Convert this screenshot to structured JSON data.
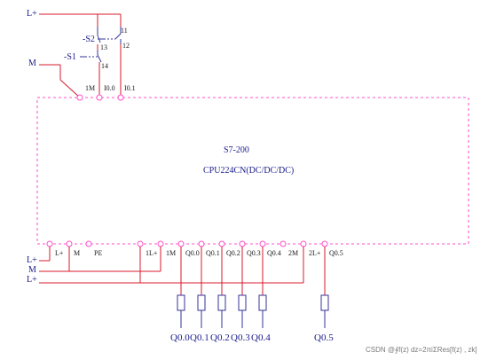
{
  "rails": {
    "top_lplus": "L+",
    "top_m": "M",
    "bottom_lplus_1": "L+",
    "bottom_m": "M",
    "bottom_lplus_2": "L+"
  },
  "switches": {
    "s2": {
      "label": "-S2",
      "pin_a": "11",
      "pin_b": "12",
      "pin_c": "13"
    },
    "s1": {
      "label": "-S1",
      "pin_a": "14"
    }
  },
  "plc": {
    "model": "S7-200",
    "cpu": "CPU224CN(DC/DC/DC)",
    "top_terminals": [
      "1M",
      "I0.0",
      "I0.1"
    ],
    "bottom_terminals": [
      "L+",
      "M",
      "PE",
      "1L+",
      "1M",
      "Q0.0",
      "Q0.1",
      "Q0.2",
      "Q0.3",
      "Q0.4",
      "2M",
      "2L+",
      "Q0.5"
    ]
  },
  "outputs": [
    "Q0.0",
    "Q0.1",
    "Q0.2",
    "Q0.3",
    "Q0.4",
    "Q0.5"
  ],
  "watermark": "CSDN @∮f(z) dz=2πiΣRes[f(z) , zk]"
}
